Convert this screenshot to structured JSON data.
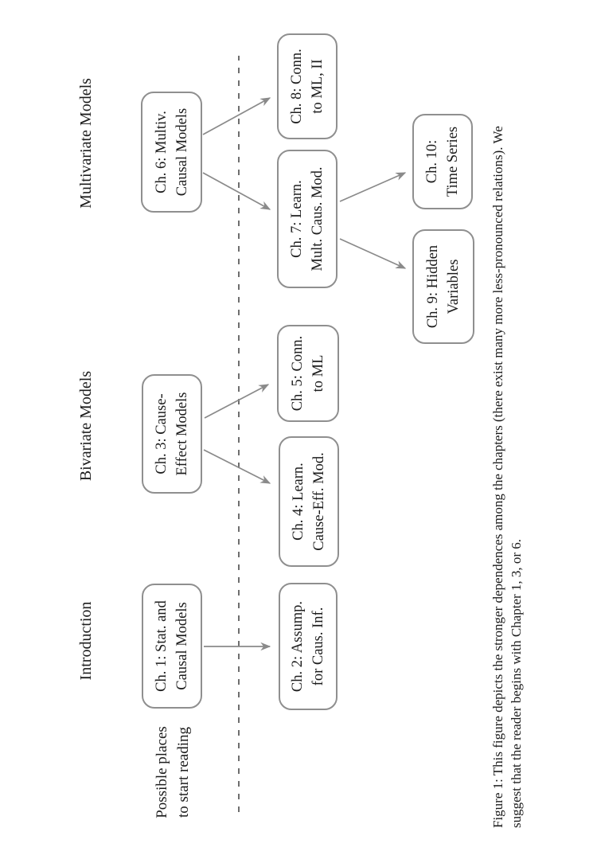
{
  "figure": {
    "headers": [
      {
        "id": "introduction",
        "label": "Introduction"
      },
      {
        "id": "bivariate",
        "label": "Bivariate Models"
      },
      {
        "id": "multivariate",
        "label": "Multivariate Models"
      }
    ],
    "start_label": {
      "line1": "Possible places",
      "line2": "to start reading"
    },
    "boxes": {
      "ch1": {
        "line1": "Ch. 1: Stat. and",
        "line2": "Causal Models"
      },
      "ch2": {
        "line1": "Ch. 2: Assump.",
        "line2": "for Caus. Inf."
      },
      "ch3": {
        "line1": "Ch. 3: Cause-",
        "line2": "Effect Models"
      },
      "ch4": {
        "line1": "Ch. 4: Learn.",
        "line2": "Cause-Eff. Mod."
      },
      "ch5": {
        "line1": "Ch. 5: Conn.",
        "line2": "to ML"
      },
      "ch6": {
        "line1": "Ch. 6: Multiv.",
        "line2": "Causal Models"
      },
      "ch7": {
        "line1": "Ch. 7: Learn.",
        "line2": "Mult. Caus. Mod."
      },
      "ch8": {
        "line1": "Ch. 8: Conn.",
        "line2": "to ML, II"
      },
      "ch9": {
        "line1": "Ch. 9: Hidden",
        "line2": "Variables"
      },
      "ch10": {
        "line1": "Ch. 10:",
        "line2": "Time Series"
      }
    },
    "edges": [
      {
        "from": "ch1",
        "to": "ch2"
      },
      {
        "from": "ch3",
        "to": "ch4"
      },
      {
        "from": "ch3",
        "to": "ch5"
      },
      {
        "from": "ch6",
        "to": "ch7"
      },
      {
        "from": "ch6",
        "to": "ch8"
      },
      {
        "from": "ch7",
        "to": "ch9"
      },
      {
        "from": "ch7",
        "to": "ch10"
      }
    ],
    "caption": {
      "line1": "Figure 1: This figure depicts the stronger dependences among the chapters (there exist many more less-pronounced relations). We",
      "line2": "suggest that the reader begins with Chapter 1, 3, or 6."
    },
    "colors": {
      "box_border": "#8f8f8f",
      "arrow": "#8a8a8a",
      "dashed_line": "#555555",
      "text": "#1c1c1c",
      "background": "#ffffff"
    },
    "orientation": "rotated-90-ccw"
  }
}
